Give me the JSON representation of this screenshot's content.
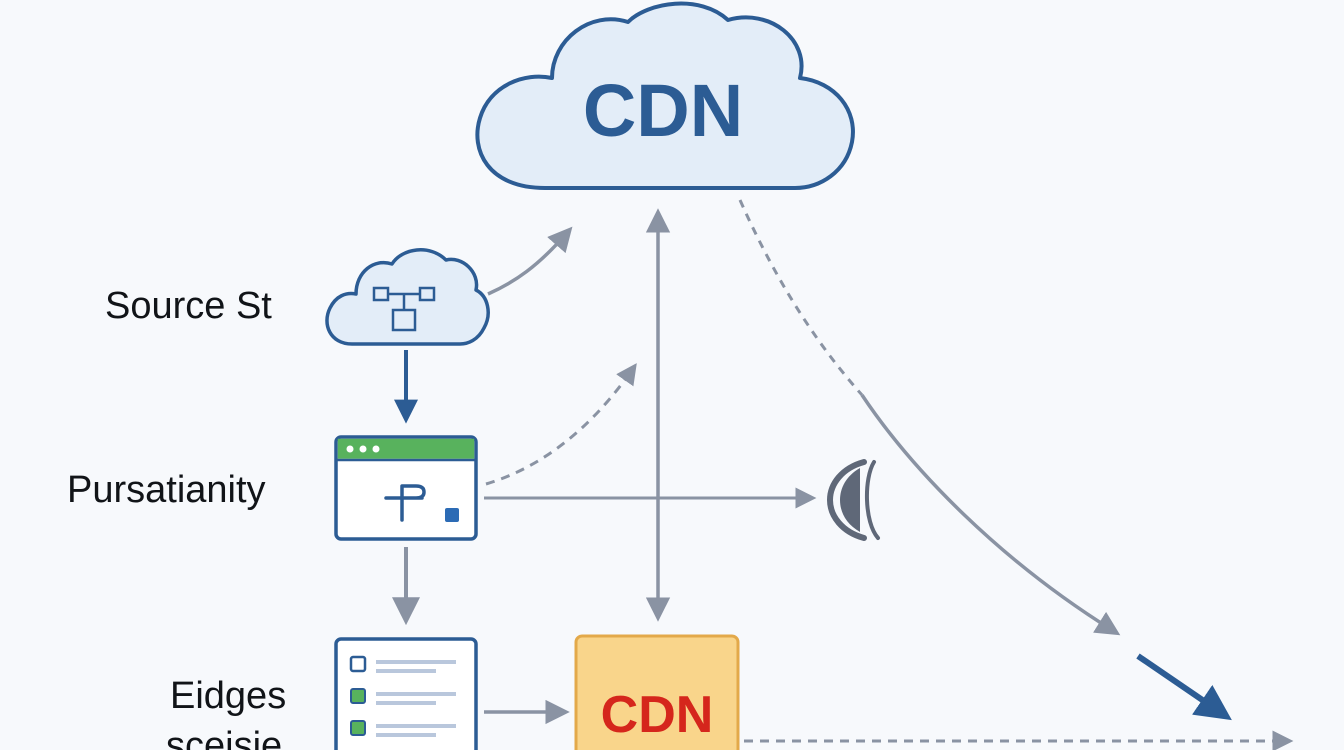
{
  "colors": {
    "background": "#f7f9fc",
    "cloud_fill": "#e3edf8",
    "cloud_stroke": "#2c5c94",
    "arrow_gray": "#8a93a3",
    "arrow_blue": "#2c5c94",
    "window_titlebar": "#58b25d",
    "cdn_box_fill": "#f9d58b",
    "cdn_box_stroke": "#e3a94a",
    "cdn_box_text": "#d5261c"
  },
  "main_cloud": {
    "label": "CDN",
    "icon": "cloud-icon"
  },
  "source_node": {
    "label": "Source St",
    "icon": "cloud-network-icon"
  },
  "app_node": {
    "label": "Pursatianity",
    "icon": "browser-window-icon"
  },
  "edges_node": {
    "label_line1": "Eidges",
    "label_line2": "sceisie",
    "icon": "checklist-document-icon"
  },
  "cdn_node": {
    "label": "CDN"
  },
  "client_glyph": {
    "icon": "bracket-glyph-icon"
  }
}
